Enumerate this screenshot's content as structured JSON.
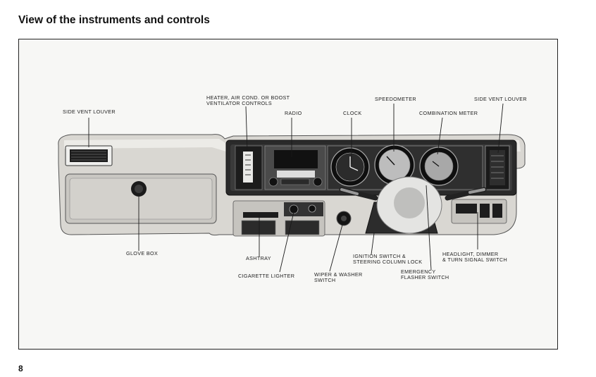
{
  "page": {
    "title": "View of the instruments and controls",
    "number": "8"
  },
  "callouts": {
    "side_vent_louver_left": "SIDE VENT LOUVER",
    "heater_controls_line1": "HEATER, AIR COND. OR BOOST",
    "heater_controls_line2": "VENTILATOR CONTROLS",
    "radio": "RADIO",
    "clock": "CLOCK",
    "speedometer": "SPEEDOMETER",
    "combination_meter": "COMBINATION METER",
    "side_vent_louver_right": "SIDE VENT LOUVER",
    "glove_box": "GLOVE BOX",
    "ashtray": "ASHTRAY",
    "cigarette_lighter": "CIGARETTE LIGHTER",
    "wiper_switch_line1": "WIPER & WASHER",
    "wiper_switch_line2": "SWITCH",
    "ignition_line1": "IGNITION SWITCH &",
    "ignition_line2": "STEERING COLUMN LOCK",
    "flasher_line1": "EMERGENCY",
    "flasher_line2": "FLASHER SWITCH",
    "headlight_line1": "HEADLIGHT, DIMMER",
    "headlight_line2": "& TURN SIGNAL SWITCH"
  }
}
